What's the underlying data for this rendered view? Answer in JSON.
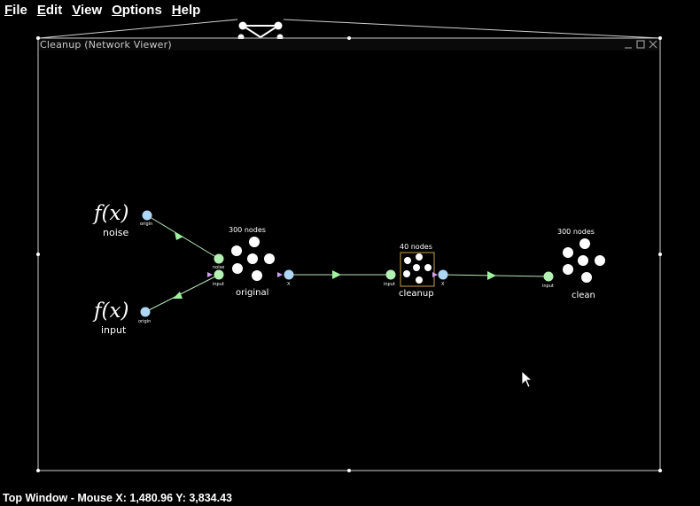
{
  "menu": {
    "items": [
      {
        "label": "File",
        "mnemonic": "F",
        "rest": "ile"
      },
      {
        "label": "Edit",
        "mnemonic": "E",
        "rest": "dit"
      },
      {
        "label": "View",
        "mnemonic": "V",
        "rest": "iew"
      },
      {
        "label": "Options",
        "mnemonic": "O",
        "rest": "ptions"
      },
      {
        "label": "Help",
        "mnemonic": "H",
        "rest": "elp"
      }
    ]
  },
  "window": {
    "title": "Cleanup (Network Viewer)"
  },
  "network": {
    "function_symbol": "f(x)",
    "inputs": [
      {
        "name": "noise",
        "port_label": "origin"
      },
      {
        "name": "input",
        "port_label": "origin"
      }
    ],
    "original": {
      "name": "original",
      "count_label": "300 nodes",
      "term_noise": "noise",
      "term_input": "input",
      "origin_label": "X"
    },
    "cleanup": {
      "name": "cleanup",
      "count_label": "40 nodes",
      "term_input": "input",
      "origin_label": "X"
    },
    "clean": {
      "name": "clean",
      "count_label": "300 nodes",
      "term_input": "input"
    }
  },
  "colors": {
    "termination": "#b4f0b4",
    "origin": "#aed6f5",
    "arrow": "#a0f0a0",
    "line": "#b4e6b4",
    "selection": "#c8a040",
    "frame": "#d0d0d0"
  },
  "status": {
    "text": "Top Window - Mouse X: 1,480.96 Y: 3,834.43"
  }
}
